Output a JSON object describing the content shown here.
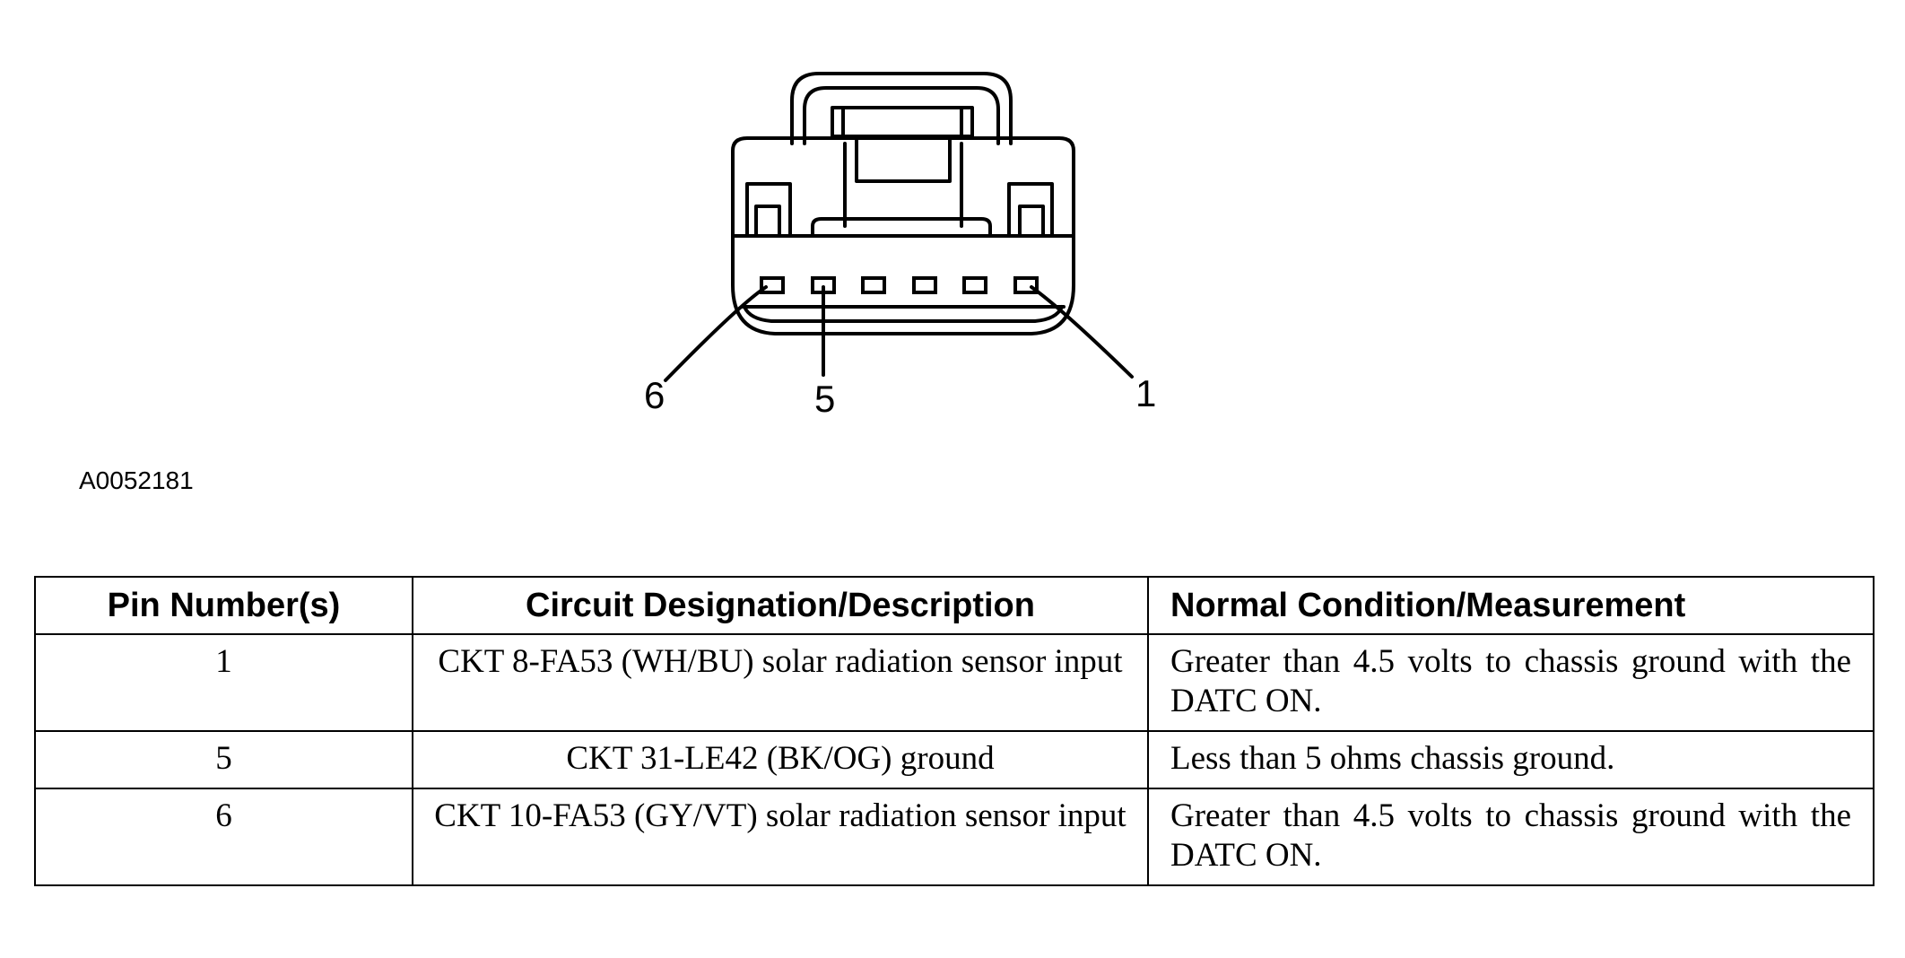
{
  "figure_id": "A0052181",
  "connector": {
    "callouts": [
      {
        "pin": "6"
      },
      {
        "pin": "5"
      },
      {
        "pin": "1"
      }
    ]
  },
  "table": {
    "headers": [
      "Pin Number(s)",
      "Circuit Designation/Description",
      "Normal Condition/Measurement"
    ],
    "rows": [
      {
        "pin": "1",
        "description": "CKT 8-FA53 (WH/BU) solar radiation sensor input",
        "measurement": "Greater than 4.5 volts to chassis ground with the DATC ON."
      },
      {
        "pin": "5",
        "description": "CKT 31-LE42 (BK/OG) ground",
        "measurement": "Less than 5 ohms chassis ground."
      },
      {
        "pin": "6",
        "description": "CKT 10-FA53 (GY/VT) solar radiation sensor input",
        "measurement": "Greater than 4.5 volts to chassis ground with the DATC ON."
      }
    ]
  }
}
